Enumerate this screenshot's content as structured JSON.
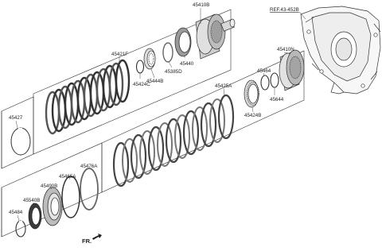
{
  "diagram": {
    "ref_label": "REF.43-452B",
    "direction_label": "FR.",
    "parts": {
      "p45410B": "45410B",
      "p45421F": "45421F",
      "p45440": "45440",
      "p45385D": "45385D",
      "p45444B": "45444B",
      "p45424C": "45424C",
      "p45427": "45427",
      "p45410N": "45410N",
      "p45464": "45464",
      "p45644": "45644",
      "p45425A": "45425A",
      "p45424B": "45424B",
      "p45476A": "45476A",
      "p45465A": "45465A",
      "p45490B": "45490B",
      "p45540B": "45540B",
      "p45484": "45484"
    }
  }
}
